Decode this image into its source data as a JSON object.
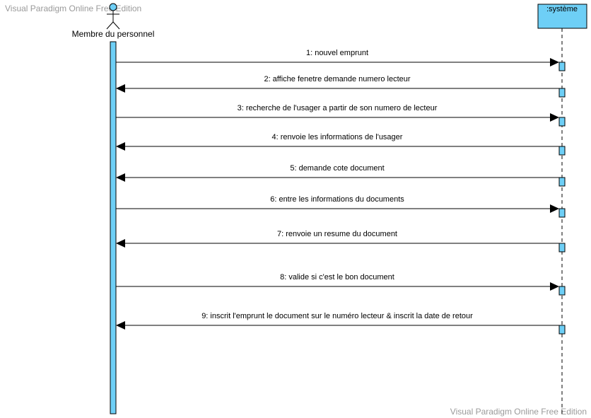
{
  "watermark": "Visual Paradigm Online Free Edition",
  "actor": {
    "name": "Membre du personnel"
  },
  "system": {
    "name": ":système"
  },
  "colors": {
    "activation": "#6ecff6",
    "line": "#000000",
    "watermark": "#9a9a9a"
  },
  "messages": [
    {
      "label": "1: nouvel emprunt",
      "direction": "to-system"
    },
    {
      "label": "2: affiche fenetre demande numero lecteur",
      "direction": "to-actor"
    },
    {
      "label": "3: recherche de l'usager a partir de son numero de lecteur",
      "direction": "to-system"
    },
    {
      "label": "4: renvoie les informations de l'usager",
      "direction": "to-actor"
    },
    {
      "label": "5: demande cote document",
      "direction": "to-actor"
    },
    {
      "label": "6: entre les informations du documents",
      "direction": "to-system"
    },
    {
      "label": "7: renvoie un resume du document",
      "direction": "to-actor"
    },
    {
      "label": "8: valide si c'est le bon document",
      "direction": "to-system"
    },
    {
      "label": "9: inscrit l'emprunt le document sur le numéro lecteur &  inscrit la date de retour",
      "direction": "to-actor"
    }
  ]
}
